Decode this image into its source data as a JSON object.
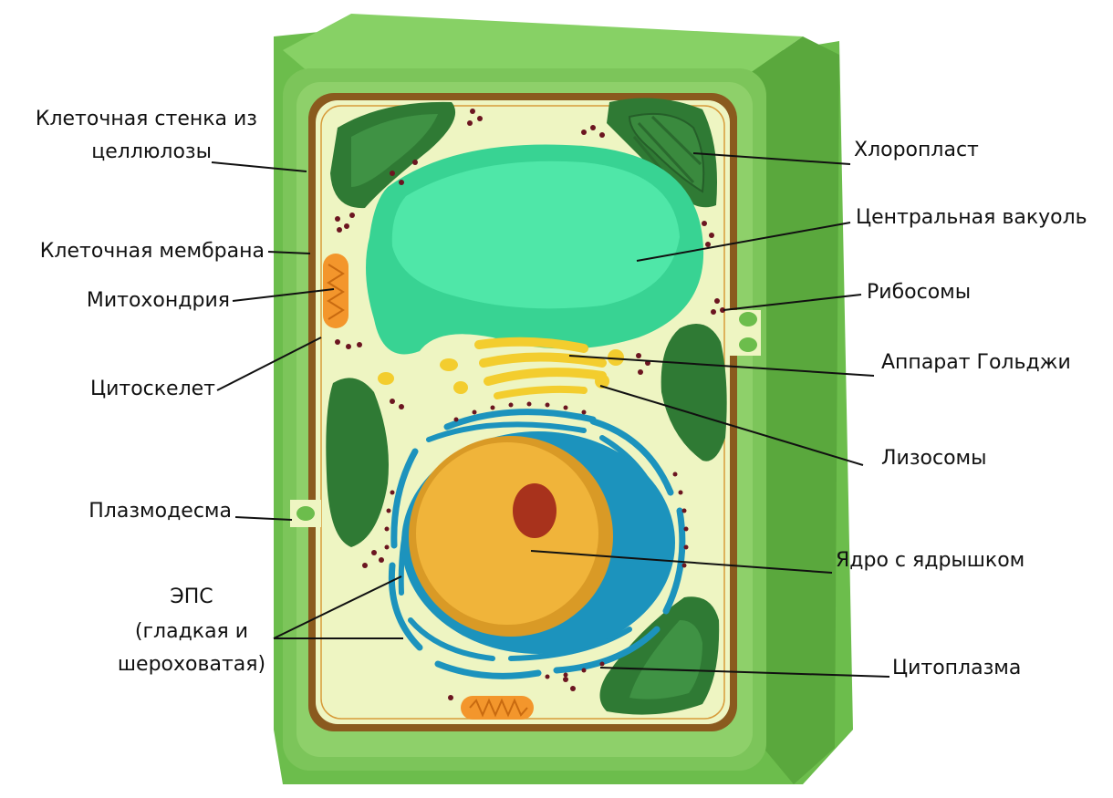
{
  "labels": {
    "cell_wall_l1": "Клеточная стенка из",
    "cell_wall_l2": "целлюлозы",
    "membrane": "Клеточная мембрана",
    "mitochondria": "Митохондрия",
    "cytoskeleton": "Цитоскелет",
    "plasmodesma": "Плазмодесма",
    "er_l1": "ЭПС",
    "er_l2": "(гладкая и",
    "er_l3": "шероховатая)",
    "chloroplast": "Хлоропласт",
    "vacuole": "Центральная вакуоль",
    "ribosomes": "Рибосомы",
    "golgi": "Аппарат Гольджи",
    "lysosomes": "Лизосомы",
    "nucleus": "Ядро с ядрышком",
    "cytoplasm": "Цитоплазма"
  },
  "colors": {
    "cell_wall": "#7cc55a",
    "cell_wall_dark": "#5aa83d",
    "membrane": "#8a5a1e",
    "cytoplasm": "#eef5c2",
    "vacuole": "#3fd89a",
    "chloroplast": "#2f7a34",
    "nucleus": "#f0b43a",
    "nucleolus": "#a8321c",
    "er": "#1c93bd",
    "golgi": "#f3cd2e",
    "mitochondria": "#f3962c",
    "ribosome": "#6b1520"
  }
}
